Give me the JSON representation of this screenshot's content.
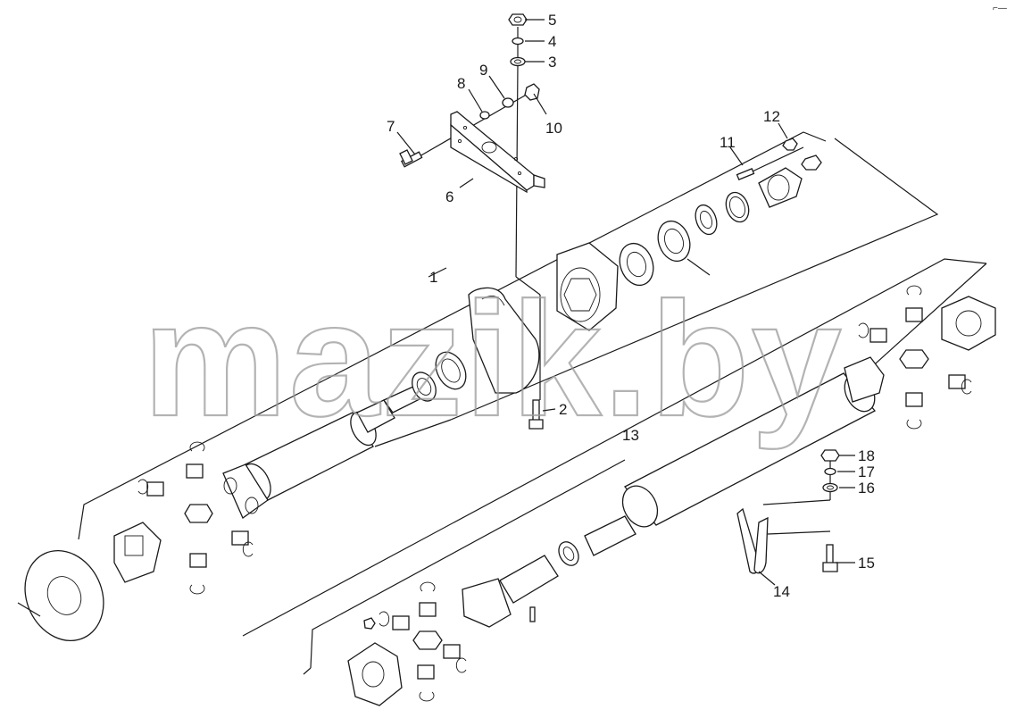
{
  "diagram": {
    "part_labels": [
      "1",
      "2",
      "3",
      "4",
      "5",
      "6",
      "7",
      "8",
      "9",
      "10",
      "11",
      "12",
      "13",
      "14",
      "15",
      "16",
      "17",
      "18"
    ],
    "watermark": "mazik.by",
    "corner_mark": "⌐—"
  }
}
